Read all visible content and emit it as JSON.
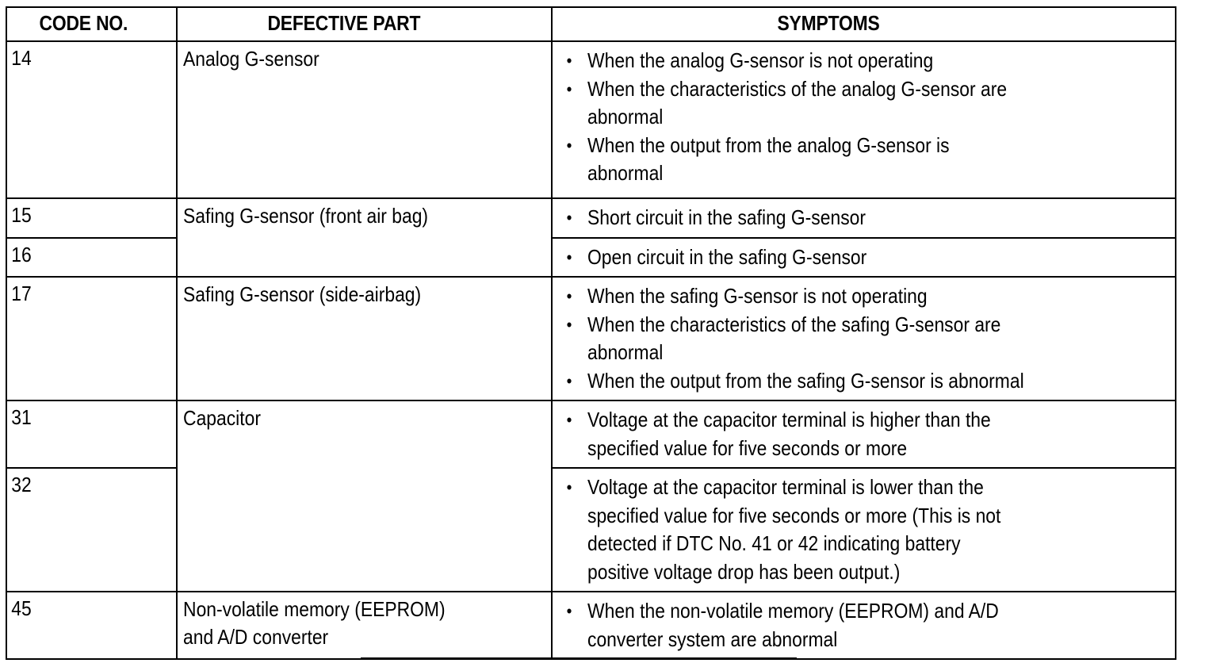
{
  "table": {
    "headers": {
      "code": "CODE NO.",
      "part": "DEFECTIVE PART",
      "symptoms": "SYMPTOMS"
    },
    "bullet_glyph": "•",
    "rows": [
      {
        "code": "14",
        "part_lines": [
          "Analog G-sensor"
        ],
        "symptoms": [
          "When the analog G-sensor is not operating",
          "When the characteristics of the analog G-sensor are\nabnormal",
          "When the output from the analog G-sensor is\nabnormal"
        ]
      },
      {
        "code": "15",
        "part_lines": [
          "Safing G-sensor (front air bag)"
        ],
        "symptoms": [
          "Short circuit in the safing G-sensor"
        ]
      },
      {
        "code": "16",
        "part_lines": [],
        "symptoms": [
          "Open circuit in the safing G-sensor"
        ]
      },
      {
        "code": "17",
        "part_lines": [
          "Safing G-sensor (side-airbag)"
        ],
        "symptoms": [
          "When the safing G-sensor is not operating",
          "When the characteristics of the safing G-sensor are\nabnormal",
          "When the output from the safing G-sensor is abnormal"
        ]
      },
      {
        "code": "31",
        "part_lines": [
          "Capacitor"
        ],
        "symptoms": [
          "Voltage at the capacitor terminal is higher than the\nspecified value for five seconds or more"
        ]
      },
      {
        "code": "32",
        "part_lines": [],
        "symptoms": [
          "Voltage at the capacitor terminal is lower than the\nspecified value for five seconds or more (This is not\ndetected if DTC No. 41 or 42 indicating battery\npositive voltage drop has been output.)"
        ]
      },
      {
        "code": "45",
        "part_lines": [
          "Non-volatile memory (EEPROM)",
          "and A/D converter"
        ],
        "symptoms": [
          "When the non-volatile memory (EEPROM) and A/D\nconverter system are abnormal"
        ]
      }
    ]
  },
  "colors": {
    "border": "#000000",
    "text": "#000000",
    "background": "#ffffff"
  }
}
